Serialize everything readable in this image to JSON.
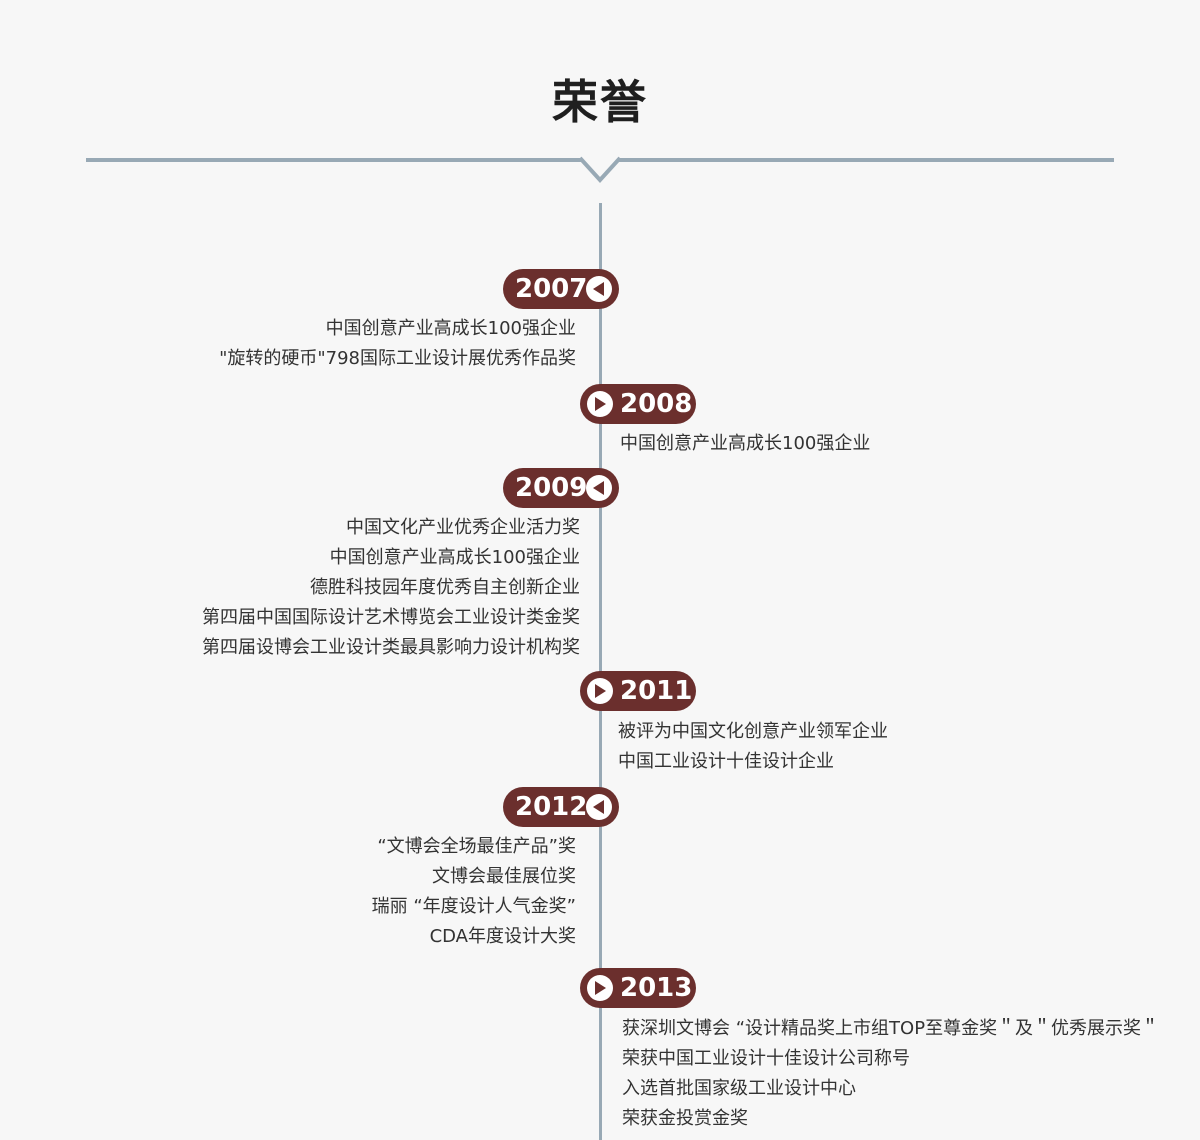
{
  "header": {
    "title": "荣誉"
  },
  "colors": {
    "badge": "#6b2f2d",
    "line": "#98a9b5",
    "text": "#333333"
  },
  "timeline": [
    {
      "year": "2007",
      "side": "left",
      "icon": "play-left-icon",
      "items": [
        "中国创意产业高成长100强企业",
        "\"旋转的硬币\"798国际工业设计展优秀作品奖"
      ]
    },
    {
      "year": "2008",
      "side": "right",
      "icon": "play-right-icon",
      "items": [
        "中国创意产业高成长100强企业"
      ]
    },
    {
      "year": "2009",
      "side": "left",
      "icon": "play-left-icon",
      "items": [
        "中国文化产业优秀企业活力奖",
        "中国创意产业高成长100强企业",
        "德胜科技园年度优秀自主创新企业",
        "第四届中国国际设计艺术博览会工业设计类金奖",
        "第四届设博会工业设计类最具影响力设计机构奖"
      ]
    },
    {
      "year": "2011",
      "side": "right",
      "icon": "play-right-icon",
      "items": [
        "被评为中国文化创意产业领军企业",
        "中国工业设计十佳设计企业"
      ]
    },
    {
      "year": "2012",
      "side": "left",
      "icon": "play-left-icon",
      "items": [
        "“文博会全场最佳产品”奖",
        "文博会最佳展位奖",
        "瑞丽 “年度设计人气金奖”",
        "CDA年度设计大奖"
      ]
    },
    {
      "year": "2013",
      "side": "right",
      "icon": "play-right-icon",
      "items": [
        "获深圳文博会 “设计精品奖上市组TOP至尊金奖＂及＂优秀展示奖＂",
        "荣获中国工业设计十佳设计公司称号",
        "入选首批国家级工业设计中心",
        "荣获金投赏金奖"
      ]
    }
  ]
}
